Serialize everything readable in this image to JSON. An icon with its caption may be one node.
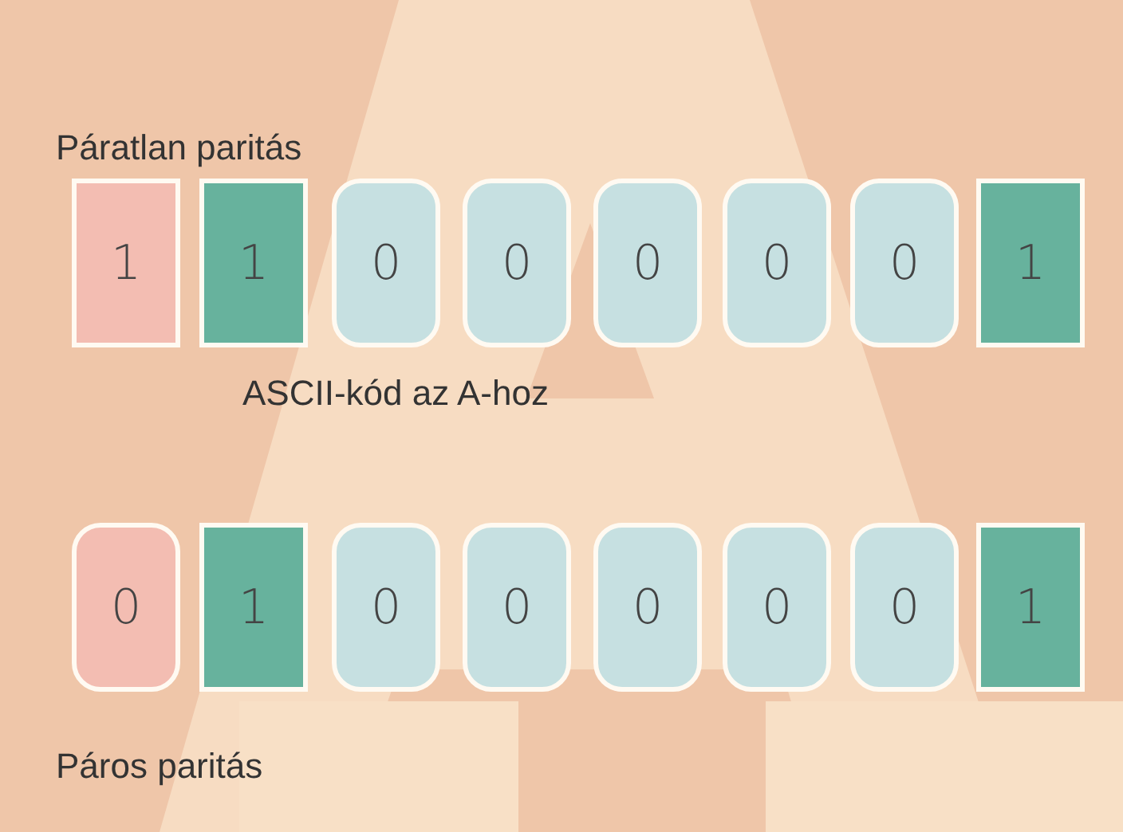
{
  "diagram": {
    "nodes": [
      {
        "text": [
          "1"
        ]
      },
      {
        "text": [
          "1"
        ]
      },
      {
        "text": [
          "0"
        ]
      },
      {
        "text": [
          "0"
        ]
      },
      {
        "text": [
          "0"
        ]
      },
      {
        "text": [
          "0"
        ]
      },
      {
        "text": [
          "0"
        ]
      },
      {
        "text": [
          "1"
        ]
      },
      {
        "text": [
          "0"
        ]
      },
      {
        "text": [
          "1"
        ]
      },
      {
        "text": [
          "0"
        ]
      },
      {
        "text": [
          "0"
        ]
      },
      {
        "text": [
          "0"
        ]
      },
      {
        "text": [
          "0"
        ]
      },
      {
        "text": [
          "0"
        ]
      },
      {
        "text": [
          "1"
        ]
      }
    ],
    "edges": [],
    "labels": [
      "Páratlan paritás",
      "ASCII-kód az A-hoz",
      "Páros paritás"
    ]
  }
}
